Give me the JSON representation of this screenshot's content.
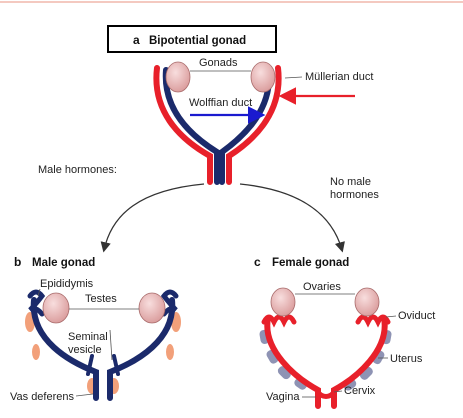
{
  "panels": {
    "a": {
      "letter": "a",
      "title": "Bipotential gonad"
    },
    "b": {
      "letter": "b",
      "title": "Male gonad"
    },
    "c": {
      "letter": "c",
      "title": "Female gonad"
    }
  },
  "labels": {
    "gonads": "Gonads",
    "mullerian_duct": "Müllerian duct",
    "wolffian_duct": "Wolffian duct",
    "male_hormones": "Male hormones:",
    "no_male_hormones_line1": "No male",
    "no_male_hormones_line2": "hormones",
    "epididymis": "Epididymis",
    "testes": "Testes",
    "seminal_vesicle_line1": "Seminal",
    "seminal_vesicle_line2": "vesicle",
    "vas_deferens": "Vas deferens",
    "ovaries": "Ovaries",
    "oviduct": "Oviduct",
    "uterus": "Uterus",
    "vagina": "Vagina",
    "cervix": "Cervix"
  },
  "colors": {
    "mullerian": "#e8202a",
    "wolffian": "#1b2a6b",
    "gonad_fill": "#e8b8b8",
    "tissue": "#f2a07a",
    "uterus_bead": "#8e93b4",
    "arrow_blue": "#1a1acf",
    "arrow_red": "#e8202a"
  }
}
